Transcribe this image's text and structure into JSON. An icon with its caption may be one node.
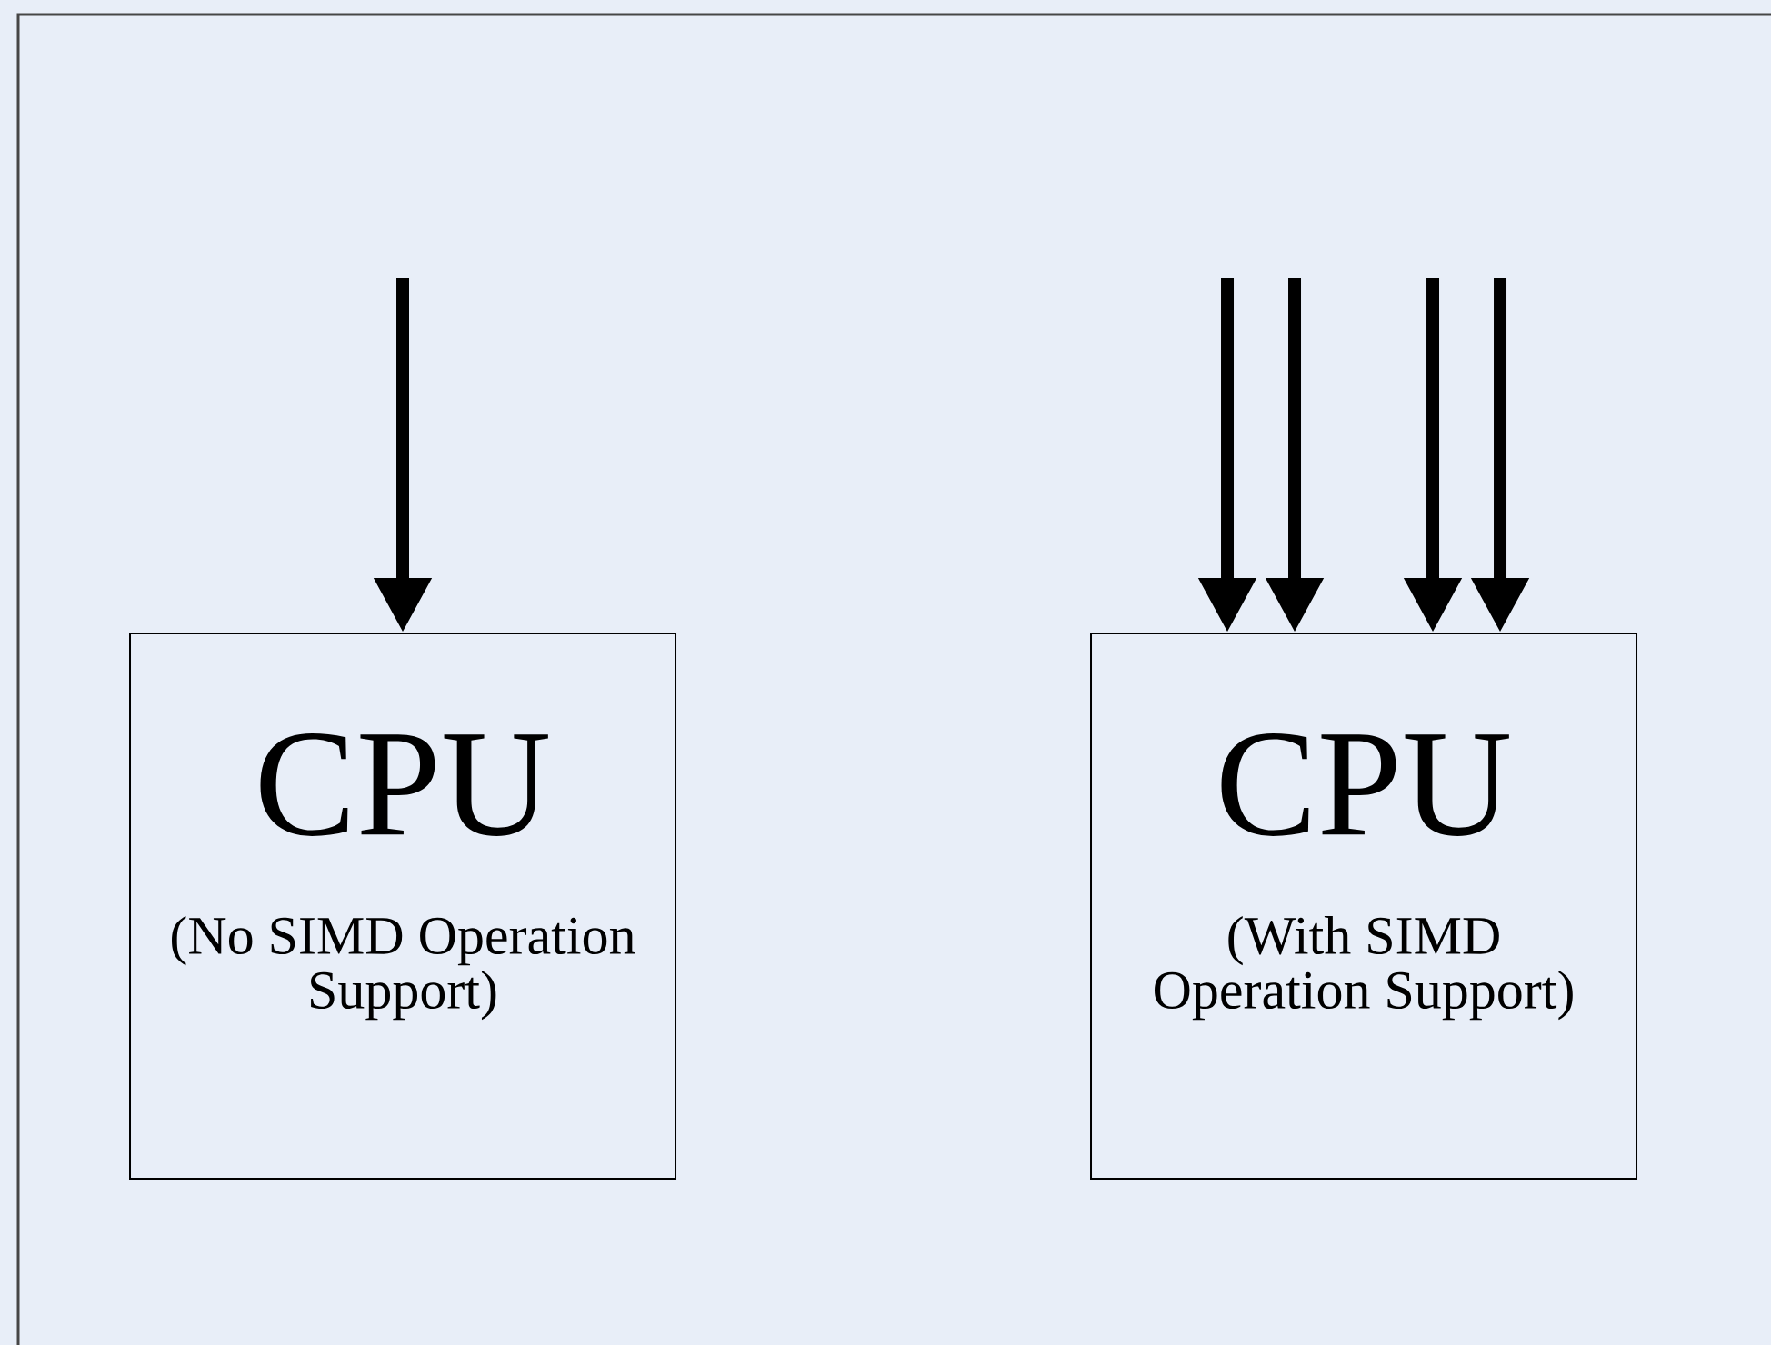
{
  "diagram": {
    "nodes": [
      {
        "text": [
          "CPU",
          "(No SIMD Operation Support)"
        ]
      },
      {
        "text": [
          "CPU",
          "(With SIMD Operation Support)"
        ]
      }
    ],
    "edges": [
      {
        "from": null,
        "to": 0,
        "arrow": "to"
      },
      {
        "from": null,
        "to": 1,
        "arrow": "to"
      },
      {
        "from": null,
        "to": 1,
        "arrow": "to"
      },
      {
        "from": null,
        "to": 1,
        "arrow": "to"
      },
      {
        "from": null,
        "to": 1,
        "arrow": "to"
      }
    ]
  }
}
